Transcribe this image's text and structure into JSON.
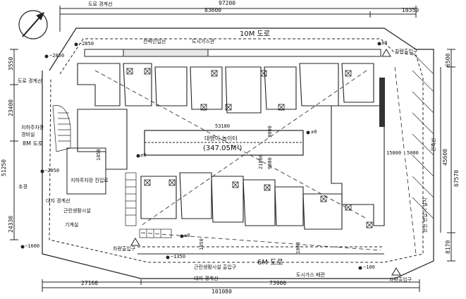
{
  "dims": {
    "top_total": "97200",
    "top_left": "83600",
    "top_right": "10350",
    "left_total": "51250",
    "left_upper": "23400",
    "left_lower": "24330",
    "left_small": "3550",
    "right_total": "67570",
    "right_mid": "45600",
    "right_top": "6500",
    "right_bottom": "8170",
    "bottom_total": "101080",
    "bottom_left": "27160",
    "bottom_right": "73900",
    "inner_width": "53180",
    "inner_height_a": "21000",
    "inner_height_b": "9000",
    "inner_height_c": "9000",
    "inner_small_a": "1050",
    "inner_small_b": "1050",
    "inner_small_c": "1000",
    "right_inner": "15000",
    "right_inner2": "5000"
  },
  "elevations": {
    "e1": "−2850",
    "e2": "−2850",
    "e3": "−2050",
    "e4": "−1600",
    "e5": "−1350",
    "e6": "−100",
    "e7": "±0",
    "e8": "±0",
    "e9": "±0",
    "e10": "±0"
  },
  "labels": {
    "road_10m": "10M 도로",
    "road_6m": "6M 도로",
    "road_8m": "8M 도로",
    "court_name": "대형이 놀이터",
    "court_area": "(347.05M²)",
    "top_boundary": "도로 경계선",
    "left_boundary": "도로 경계선",
    "station": "전력인입선",
    "gas": "도시가스관",
    "structure": "지하주차장",
    "parking": "경비실",
    "entrance_left": "차량출입구",
    "entrance_right": "차량출입구",
    "entrance_bottom": "차량출입구",
    "side_a": "지하주차장 진입로",
    "side_b": "근린생활시설",
    "side_c": "기계실",
    "side_d": "대지 경계선",
    "side_e": "조경",
    "right_note": "한전 변압기 설치",
    "bottom_note": "근린생활시설 출입구",
    "bottom_note2": "도시가스 배관",
    "right_vert": "건축선",
    "bottom_line": "대지 경계선"
  }
}
